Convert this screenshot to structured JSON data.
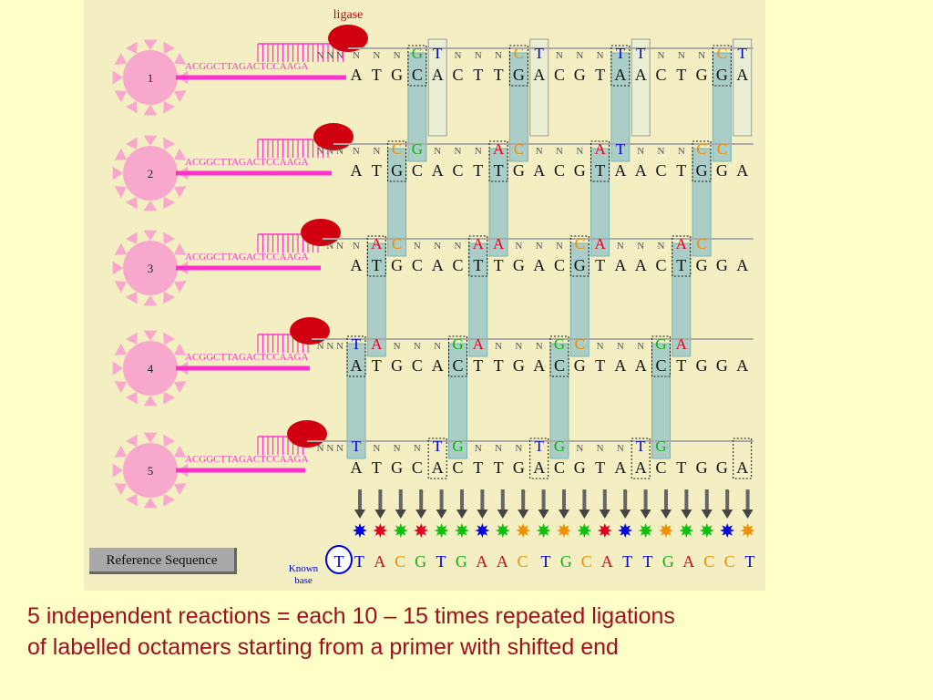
{
  "figure": {
    "ligase_label": "ligase",
    "primer_sequence": "ACGGCTTAGACTCCAAGA",
    "reference_label": "Reference Sequence",
    "known_base_label_line1": "Known",
    "known_base_label_line2": "base",
    "template_sequence": [
      "A",
      "T",
      "G",
      "C",
      "A",
      "C",
      "T",
      "T",
      "G",
      "A",
      "C",
      "G",
      "T",
      "A",
      "A",
      "C",
      "T",
      "G",
      "G",
      "A"
    ],
    "rows": [
      {
        "number": "1",
        "lead": "N N N",
        "top": [
          {
            "t": "N",
            "c": "n"
          },
          {
            "t": "N",
            "c": "n"
          },
          {
            "t": "N",
            "c": "n"
          },
          {
            "t": "G",
            "c": "G"
          },
          {
            "t": "T",
            "c": "T"
          },
          {
            "t": "N",
            "c": "n"
          },
          {
            "t": "N",
            "c": "n"
          },
          {
            "t": "N",
            "c": "n"
          },
          {
            "t": "C",
            "c": "C"
          },
          {
            "t": "T",
            "c": "T"
          },
          {
            "t": "N",
            "c": "n"
          },
          {
            "t": "N",
            "c": "n"
          },
          {
            "t": "N",
            "c": "n"
          },
          {
            "t": "T",
            "c": "T"
          },
          {
            "t": "T",
            "c": "T"
          },
          {
            "t": "N",
            "c": "n"
          },
          {
            "t": "N",
            "c": "n"
          },
          {
            "t": "N",
            "c": "n"
          },
          {
            "t": "C",
            "c": "C"
          },
          {
            "t": "T",
            "c": "T"
          }
        ]
      },
      {
        "number": "2",
        "lead": "N N N",
        "top": [
          {
            "t": "N",
            "c": "n"
          },
          {
            "t": "N",
            "c": "n"
          },
          {
            "t": "C",
            "c": "C"
          },
          {
            "t": "G",
            "c": "G"
          },
          {
            "t": "N",
            "c": "n"
          },
          {
            "t": "N",
            "c": "n"
          },
          {
            "t": "N",
            "c": "n"
          },
          {
            "t": "A",
            "c": "A"
          },
          {
            "t": "C",
            "c": "C"
          },
          {
            "t": "N",
            "c": "n"
          },
          {
            "t": "N",
            "c": "n"
          },
          {
            "t": "N",
            "c": "n"
          },
          {
            "t": "A",
            "c": "A"
          },
          {
            "t": "T",
            "c": "T"
          },
          {
            "t": "N",
            "c": "n"
          },
          {
            "t": "N",
            "c": "n"
          },
          {
            "t": "N",
            "c": "n"
          },
          {
            "t": "C",
            "c": "C"
          },
          {
            "t": "C",
            "c": "C"
          },
          {
            "t": "",
            "c": "n"
          }
        ]
      },
      {
        "number": "3",
        "lead": "N N",
        "top": [
          {
            "t": "N",
            "c": "n"
          },
          {
            "t": "A",
            "c": "A"
          },
          {
            "t": "C",
            "c": "C"
          },
          {
            "t": "N",
            "c": "n"
          },
          {
            "t": "N",
            "c": "n"
          },
          {
            "t": "N",
            "c": "n"
          },
          {
            "t": "A",
            "c": "A"
          },
          {
            "t": "A",
            "c": "A"
          },
          {
            "t": "N",
            "c": "n"
          },
          {
            "t": "N",
            "c": "n"
          },
          {
            "t": "N",
            "c": "n"
          },
          {
            "t": "C",
            "c": "C"
          },
          {
            "t": "A",
            "c": "A"
          },
          {
            "t": "N",
            "c": "n"
          },
          {
            "t": "N",
            "c": "n"
          },
          {
            "t": "N",
            "c": "n"
          },
          {
            "t": "A",
            "c": "A"
          },
          {
            "t": "C",
            "c": "C"
          },
          {
            "t": "",
            "c": "n"
          },
          {
            "t": "",
            "c": "n"
          }
        ]
      },
      {
        "number": "4",
        "lead": "N N N",
        "top": [
          {
            "t": "T",
            "c": "T"
          },
          {
            "t": "A",
            "c": "A"
          },
          {
            "t": "N",
            "c": "n"
          },
          {
            "t": "N",
            "c": "n"
          },
          {
            "t": "N",
            "c": "n"
          },
          {
            "t": "G",
            "c": "G"
          },
          {
            "t": "A",
            "c": "A"
          },
          {
            "t": "N",
            "c": "n"
          },
          {
            "t": "N",
            "c": "n"
          },
          {
            "t": "N",
            "c": "n"
          },
          {
            "t": "G",
            "c": "G"
          },
          {
            "t": "C",
            "c": "C"
          },
          {
            "t": "N",
            "c": "n"
          },
          {
            "t": "N",
            "c": "n"
          },
          {
            "t": "N",
            "c": "n"
          },
          {
            "t": "G",
            "c": "G"
          },
          {
            "t": "A",
            "c": "A"
          },
          {
            "t": "",
            "c": "n"
          },
          {
            "t": "",
            "c": "n"
          },
          {
            "t": "",
            "c": "n"
          }
        ]
      },
      {
        "number": "5",
        "lead": "N N N",
        "top": [
          {
            "t": "T",
            "c": "T"
          },
          {
            "t": "N",
            "c": "n"
          },
          {
            "t": "N",
            "c": "n"
          },
          {
            "t": "N",
            "c": "n"
          },
          {
            "t": "T",
            "c": "T"
          },
          {
            "t": "G",
            "c": "G"
          },
          {
            "t": "N",
            "c": "n"
          },
          {
            "t": "N",
            "c": "n"
          },
          {
            "t": "N",
            "c": "n"
          },
          {
            "t": "T",
            "c": "T"
          },
          {
            "t": "G",
            "c": "G"
          },
          {
            "t": "N",
            "c": "n"
          },
          {
            "t": "N",
            "c": "n"
          },
          {
            "t": "N",
            "c": "n"
          },
          {
            "t": "T",
            "c": "T"
          },
          {
            "t": "G",
            "c": "G"
          },
          {
            "t": "",
            "c": "n"
          },
          {
            "t": "",
            "c": "n"
          },
          {
            "t": "",
            "c": "n"
          },
          {
            "t": "",
            "c": "n"
          }
        ]
      }
    ],
    "result_sequence": [
      {
        "t": "T",
        "c": "T"
      },
      {
        "t": "T",
        "c": "T"
      },
      {
        "t": "A",
        "c": "A"
      },
      {
        "t": "C",
        "c": "C"
      },
      {
        "t": "G",
        "c": "G"
      },
      {
        "t": "T",
        "c": "T"
      },
      {
        "t": "G",
        "c": "G"
      },
      {
        "t": "A",
        "c": "A"
      },
      {
        "t": "A",
        "c": "A"
      },
      {
        "t": "C",
        "c": "C"
      },
      {
        "t": "T",
        "c": "T"
      },
      {
        "t": "G",
        "c": "G"
      },
      {
        "t": "C",
        "c": "C"
      },
      {
        "t": "A",
        "c": "A"
      },
      {
        "t": "T",
        "c": "T"
      },
      {
        "t": "T",
        "c": "T"
      },
      {
        "t": "G",
        "c": "G"
      },
      {
        "t": "A",
        "c": "A"
      },
      {
        "t": "C",
        "c": "C"
      },
      {
        "t": "C",
        "c": "C"
      },
      {
        "t": "T",
        "c": "T"
      }
    ],
    "star_colors": [
      "#0000e0",
      "#e00020",
      "#10c010",
      "#e00020",
      "#10c010",
      "#10c010",
      "#0000e0",
      "#10c010",
      "#f09000",
      "#10c010",
      "#f09000",
      "#10c010",
      "#e00020",
      "#0000e0",
      "#10c010",
      "#f09000",
      "#10c010",
      "#10c010",
      "#0000e0",
      "#f09000"
    ]
  },
  "colors": {
    "A": "#e00020",
    "C": "#f08c00",
    "G": "#10b010",
    "T": "#0000e0",
    "n": "#555555",
    "caption": "#a01020",
    "primer": "#ff33cc",
    "sun": "#f8a8cc",
    "ligase": "#d00010",
    "column": "#9fc8c8"
  },
  "caption": {
    "line1": "5 independent reactions = each 10 – 15 times repeated ligations",
    "line2": "of labelled octamers starting from a primer with shifted end"
  }
}
